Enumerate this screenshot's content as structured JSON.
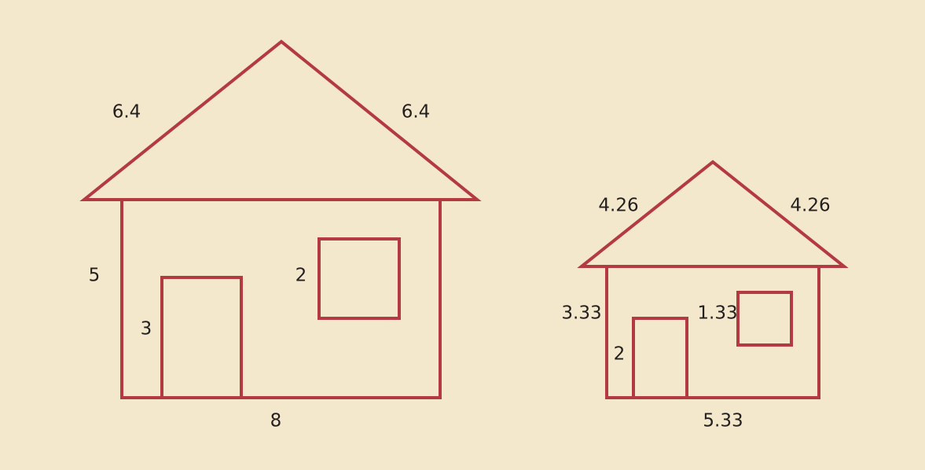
{
  "colors": {
    "background": "#f3e7cc",
    "stroke": "#b33a40",
    "text": "#241f1f"
  },
  "large_house": {
    "roof_left": "6.4",
    "roof_right": "6.4",
    "wall_height": "5",
    "door_height": "3",
    "window_side": "2",
    "base_width": "8"
  },
  "small_house": {
    "roof_left": "4.26",
    "roof_right": "4.26",
    "wall_height": "3.33",
    "door_height": "2",
    "window_side": "1.33",
    "base_width": "5.33"
  }
}
